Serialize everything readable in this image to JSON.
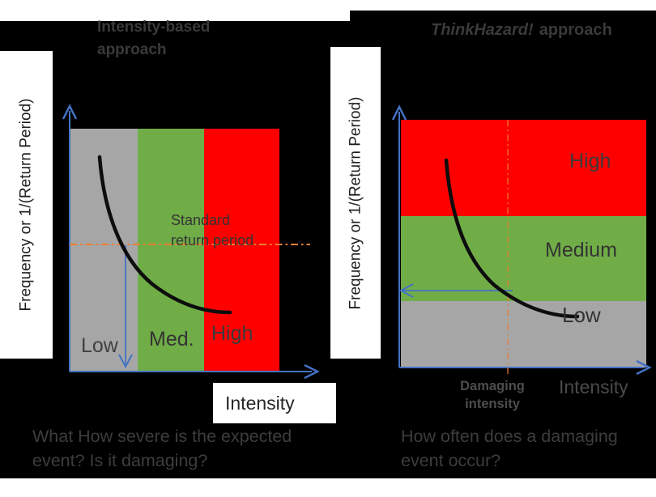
{
  "colors": {
    "background": "#ffffff",
    "panel": "#000000",
    "band_gray": "#a6a6a6",
    "band_green": "#70ad47",
    "band_red": "#ff0000",
    "axis_blue": "#4472c4",
    "guide_orange": "#ed7d31",
    "curve_black": "#0d0d0d",
    "title_gray": "#3a3a3a",
    "caption_gray": "#3d3d3d"
  },
  "left_figure": {
    "title_line1": "Intensity-based",
    "title_line2": "approach",
    "y_axis_label": "Frequency  or 1/(Return Period)",
    "x_axis_label": "Intensity",
    "band_labels": [
      "Low",
      "Med.",
      "High"
    ],
    "annotation_line1": "Standard",
    "annotation_line2": "return period",
    "caption_line1": "What How severe is the expected",
    "caption_line2": "event? Is it damaging?"
  },
  "right_figure": {
    "title_emphasis": "ThinkHazard!",
    "title_rest": "approach",
    "y_axis_label": "Frequency  or 1/(Return Period)",
    "x_axis_label": "Intensity",
    "band_labels": [
      "High",
      "Medium",
      "Low"
    ],
    "x_annotation_line1": "Damaging",
    "x_annotation_line2": "intensity",
    "caption_line1": "How often does a damaging",
    "caption_line2": "event occur?"
  }
}
